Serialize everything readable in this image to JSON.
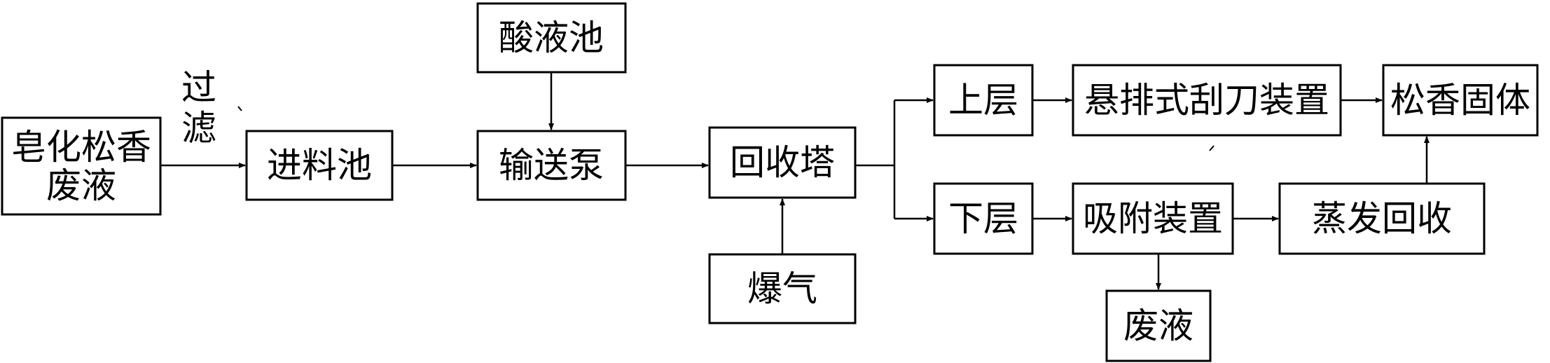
{
  "nodes": {
    "saponified": {
      "line1": "皂化松香",
      "line2": "废液"
    },
    "filter": {
      "char1": "过",
      "char2": "滤"
    },
    "feed_tank": "进料池",
    "acid_tank": "酸液池",
    "pump": "输送泵",
    "recovery_tower": "回收塔",
    "aeration": "爆气",
    "upper_layer": "上层",
    "lower_layer": "下层",
    "scraper": "悬排式刮刀装置",
    "adsorption": "吸附装置",
    "waste_liquid": "废液",
    "evaporation": "蒸发回收",
    "rosin_solid": "松香固体"
  },
  "colors": {
    "line": "#000000",
    "box_fill": "#ffffff"
  }
}
